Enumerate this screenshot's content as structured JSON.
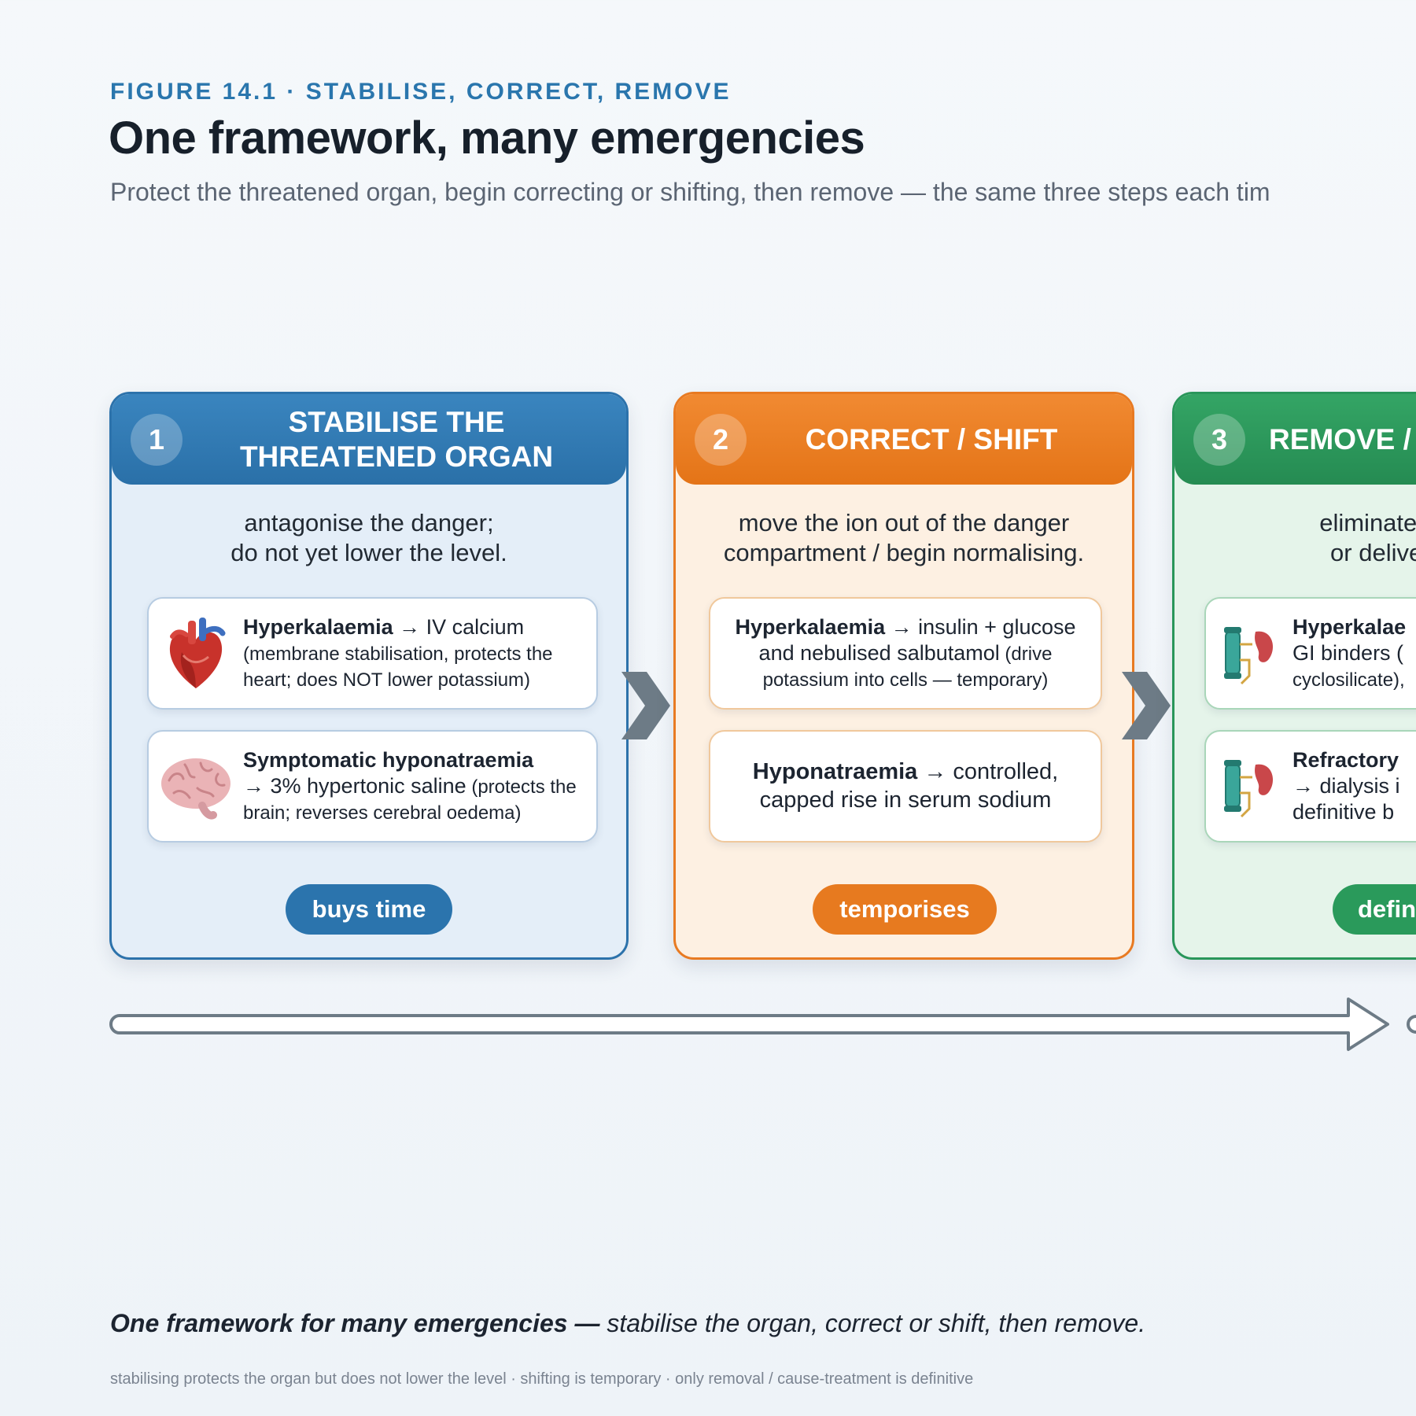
{
  "header": {
    "kicker": "FIGURE 14.1 · STABILISE, CORRECT, REMOVE",
    "title": "One framework, many emergencies",
    "subtitle": "Protect the threatened organ, begin correcting or shifting, then remove — the same three steps each tim"
  },
  "stages": [
    {
      "number": "1",
      "title": "STABILISE THE\nTHREATENED ORGAN",
      "description": "antagonise the danger;\ndo not yet lower the level.",
      "cards": [
        {
          "bold": "Hyperkalaemia",
          "rest_large": " → IV calcium",
          "rest_small": "(membrane stabilisation, protects the heart; does NOT lower potassium)",
          "icon": "heart-icon"
        },
        {
          "bold": "Symptomatic hyponatraemia",
          "rest_large": "→ 3% hypertonic saline",
          "rest_small": " (protects the brain; reverses cerebral oedema)",
          "icon": "brain-icon"
        }
      ],
      "pill": "buys time",
      "color": "#2c72ab"
    },
    {
      "number": "2",
      "title": "CORRECT / SHIFT",
      "description": "move the ion out of the danger\ncompartment / begin normalising.",
      "cards": [
        {
          "bold": "Hyperkalaemia",
          "rest_large": " → insulin + glucose and nebulised salbutamol",
          "rest_small": " (drive potassium into cells — temporary)"
        },
        {
          "bold": "Hyponatraemia",
          "rest_large": " → controlled, capped rise in serum sodium",
          "rest_small": ""
        }
      ],
      "pill": "temporises",
      "color": "#e87a22"
    },
    {
      "number": "3",
      "title": "REMOVE /",
      "description": "eliminate the\nor deliver th",
      "cards": [
        {
          "line1": "Hyperkalae",
          "line2": "GI binders (",
          "line3": "cyclosilicate),",
          "icon": "kidney-icon"
        },
        {
          "line1": "Refractory",
          "line2": "→ dialysis i",
          "line3": "definitive b",
          "icon": "kidney-icon"
        }
      ],
      "pill": "defin",
      "color": "#29965a"
    }
  ],
  "caption": {
    "bold": "One framework for many emergencies —",
    "rest": " stabilise the organ, correct or shift, then remove."
  },
  "footnote": "stabilising protects the organ but does not lower the level · shifting is temporary · only removal / cause-treatment is definitive"
}
